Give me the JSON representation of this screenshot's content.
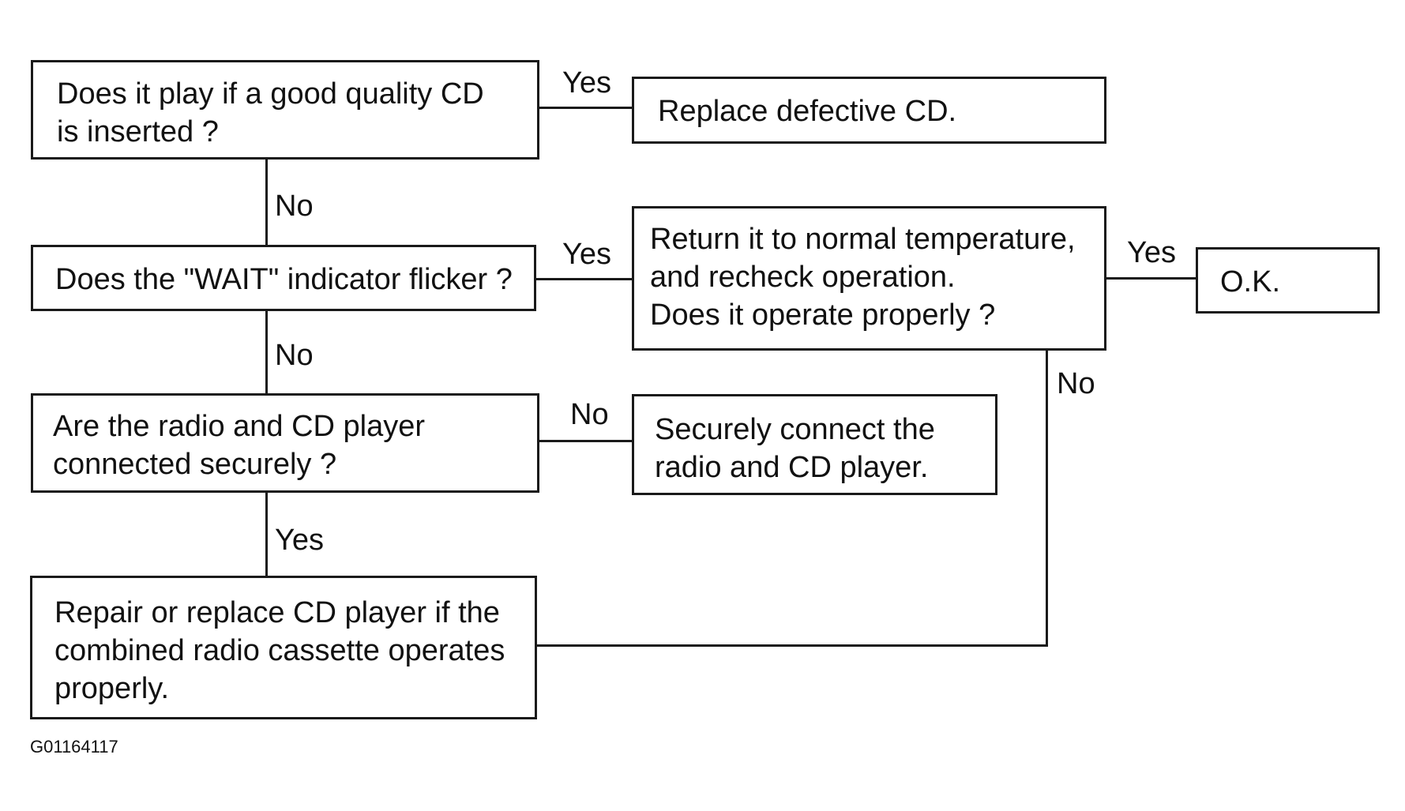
{
  "nodes": {
    "q1": "Does it play if a good quality CD\nis inserted ?",
    "replace_cd": "Replace defective CD.",
    "q2": "Does the \"WAIT\" indicator flicker ?",
    "q_temp": "Return it to normal temperature,\nand recheck operation.\nDoes it operate properly ?",
    "ok": "O.K.",
    "q3": "Are the radio and CD player\nconnected securely ?",
    "connect": "Securely connect the\nradio and CD player.",
    "repair": "Repair or replace CD player if the\ncombined radio cassette operates\nproperly."
  },
  "edges": {
    "q1_yes": "Yes",
    "q1_no": "No",
    "q2_yes": "Yes",
    "q2_no": "No",
    "temp_yes": "Yes",
    "temp_no": "No",
    "q3_no": "No",
    "q3_yes": "Yes"
  },
  "figure_code": "G01164117"
}
